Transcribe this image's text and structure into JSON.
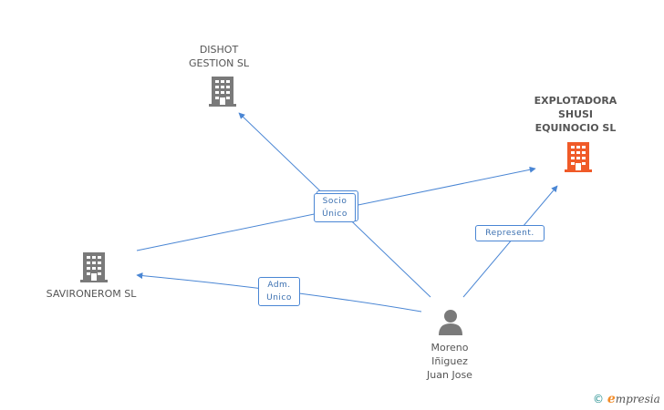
{
  "nodes": {
    "dishot": {
      "lines": [
        "DISHOT",
        "GESTION SL"
      ],
      "icon": "building-icon",
      "color": "#7a7a7a"
    },
    "explotadora": {
      "lines": [
        "EXPLOTADORA",
        "SHUSI",
        "EQUINOCIO SL"
      ],
      "icon": "building-icon",
      "color": "#f05a28"
    },
    "savironerom": {
      "lines": [
        "SAVIRONEROM SL"
      ],
      "icon": "building-icon",
      "color": "#7a7a7a"
    },
    "moreno": {
      "lines": [
        "Moreno",
        "Iñiguez",
        "Juan Jose"
      ],
      "icon": "person-icon",
      "color": "#7a7a7a"
    }
  },
  "edge_labels": {
    "socio_unico": [
      "Socio",
      "Único"
    ],
    "adm_unico": [
      "Adm.",
      "Unico"
    ],
    "represent": [
      "Represent."
    ]
  },
  "colors": {
    "edge": "#4a86d4"
  },
  "footer": {
    "copyright_symbol": "©",
    "brand_e": "e",
    "brand_rest": "mpresia"
  }
}
